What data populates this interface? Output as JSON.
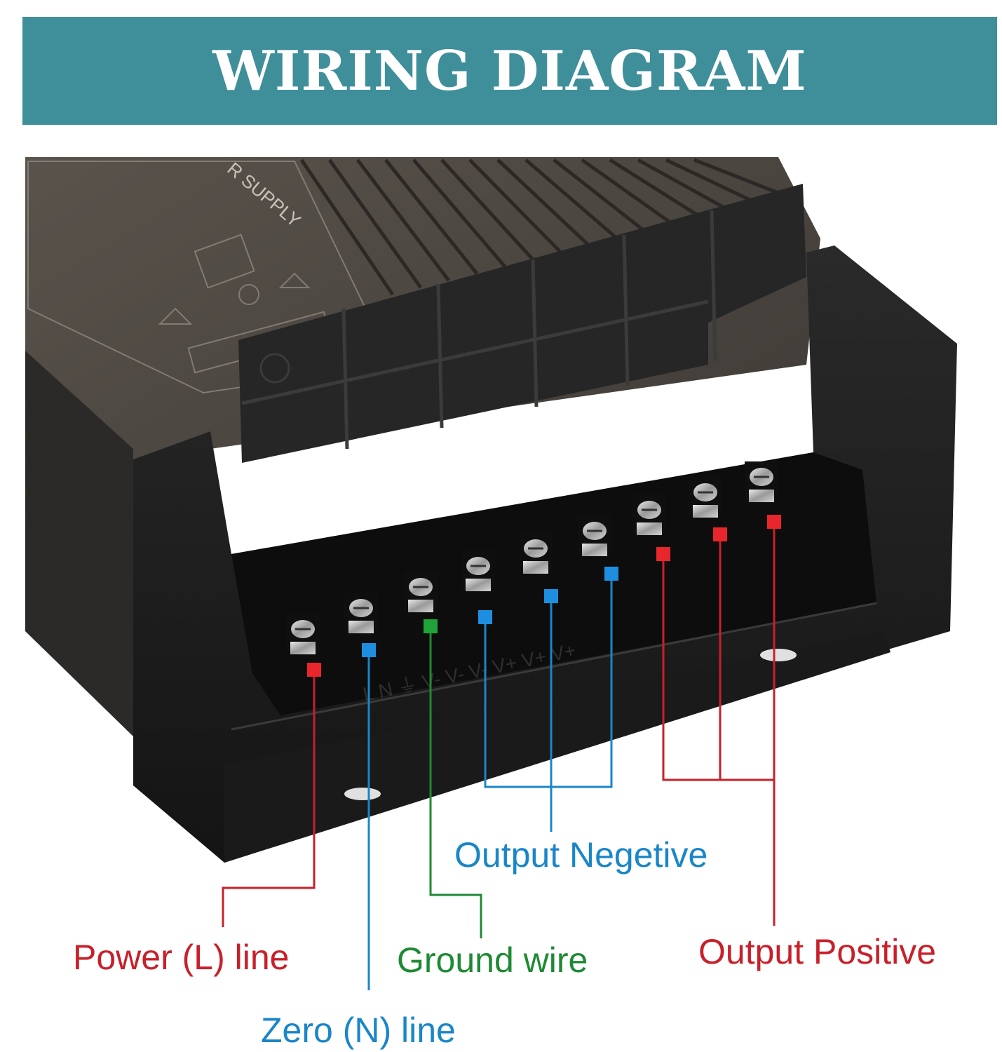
{
  "title": "WIRING DIAGRAM",
  "colors": {
    "banner": "#3f8f9a",
    "red": "#c8202a",
    "blue": "#1a86c8",
    "green": "#1e8a34",
    "housing": "#1f1f20",
    "body": "#4b4540"
  },
  "product_text": {
    "supply": "R SUPPLY",
    "terminal_markings": "L N ⏚ V- V- V- V+ V+ V+"
  },
  "terminals": [
    {
      "id": "L",
      "color": "red"
    },
    {
      "id": "N",
      "color": "blue"
    },
    {
      "id": "GND",
      "color": "green"
    },
    {
      "id": "V-1",
      "color": "blue"
    },
    {
      "id": "V-2",
      "color": "blue"
    },
    {
      "id": "V-3",
      "color": "blue"
    },
    {
      "id": "V+1",
      "color": "red"
    },
    {
      "id": "V+2",
      "color": "red"
    },
    {
      "id": "V+3",
      "color": "red"
    }
  ],
  "labels": {
    "power_line": "Power (L) line",
    "zero_line": "Zero (N) line",
    "ground_wire": "Ground wire",
    "output_negative": "Output Negetive",
    "output_positive": "Output Positive"
  }
}
